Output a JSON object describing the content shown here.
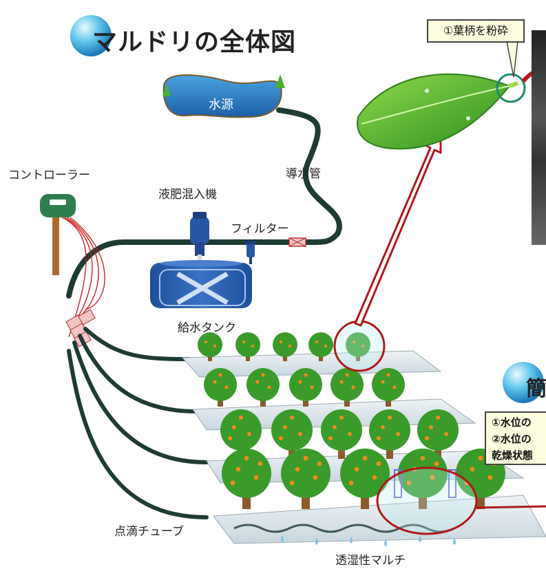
{
  "title": "マルドリの全体図",
  "labels": {
    "water_source": "水源",
    "conduit": "導水管",
    "controller": "コントローラー",
    "fertilizer_mixer": "液肥混入機",
    "filter": "フィルター",
    "supply_tank": "給水タンク",
    "drip_tube": "点滴チューブ",
    "mulch": "透湿性マルチ"
  },
  "callout": "①葉柄を粉砕",
  "side_title": "簡",
  "notes": [
    "①水位の",
    "②水位の",
    "乾燥状態"
  ],
  "colors": {
    "pipe": "#1e3b34",
    "water": "#2f7fc7",
    "leaf": "#5cb82e",
    "highlight": "#b01818",
    "tank": "#2a56a8",
    "tree_leaf": "#3a9a2a",
    "fruit": "#f08a1a"
  }
}
